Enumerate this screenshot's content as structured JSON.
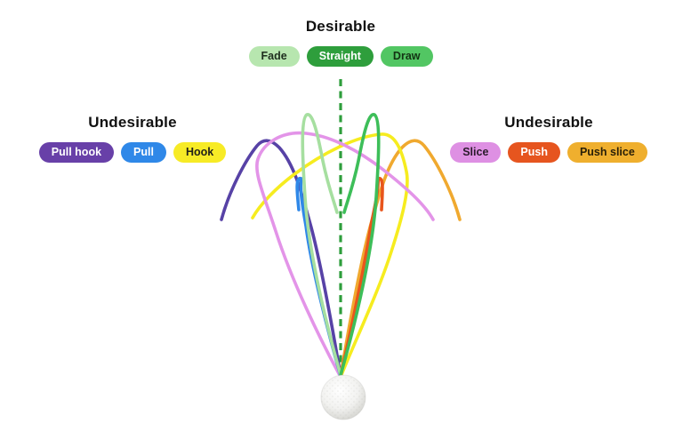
{
  "desirable": {
    "title": "Desirable",
    "pills": [
      {
        "label": "Fade",
        "bg": "#B7E6AF",
        "fg": "#1E2E1E"
      },
      {
        "label": "Straight",
        "bg": "#2E9E3C",
        "fg": "#FFFFFF"
      },
      {
        "label": "Draw",
        "bg": "#52C663",
        "fg": "#133313"
      }
    ]
  },
  "undesirable_left": {
    "title": "Undesirable",
    "pills": [
      {
        "label": "Pull hook",
        "bg": "#6840A8",
        "fg": "#FFFFFF"
      },
      {
        "label": "Pull",
        "bg": "#2F88E8",
        "fg": "#FFFFFF"
      },
      {
        "label": "Hook",
        "bg": "#F7EB26",
        "fg": "#22221A"
      }
    ]
  },
  "undesirable_right": {
    "title": "Undesirable",
    "pills": [
      {
        "label": "Slice",
        "bg": "#DE90E3",
        "fg": "#2A1A2A"
      },
      {
        "label": "Push",
        "bg": "#E6551F",
        "fg": "#FFFFFF"
      },
      {
        "label": "Push slice",
        "bg": "#EFAF2E",
        "fg": "#2A2008"
      }
    ]
  },
  "curves": {
    "straight": {
      "label": "Straight",
      "color": "#2E9E3C"
    },
    "fade": {
      "label": "Fade",
      "color": "#A6DFA0"
    },
    "draw": {
      "label": "Draw",
      "color": "#3DBE59"
    },
    "pull": {
      "label": "Pull",
      "color": "#2F88E8"
    },
    "push": {
      "label": "Push",
      "color": "#E8551C"
    },
    "pull_hook": {
      "label": "Pull hook",
      "color": "#5742A6"
    },
    "push_slice": {
      "label": "Push slice",
      "color": "#F0A92F"
    },
    "slice": {
      "label": "Slice",
      "color": "#E394E8"
    },
    "hook": {
      "label": "Hook",
      "color": "#F6EC1F"
    }
  },
  "ball": {
    "base": "#FFFFFF",
    "mid": "#F2F2F0",
    "shade": "#CFCFCA"
  }
}
